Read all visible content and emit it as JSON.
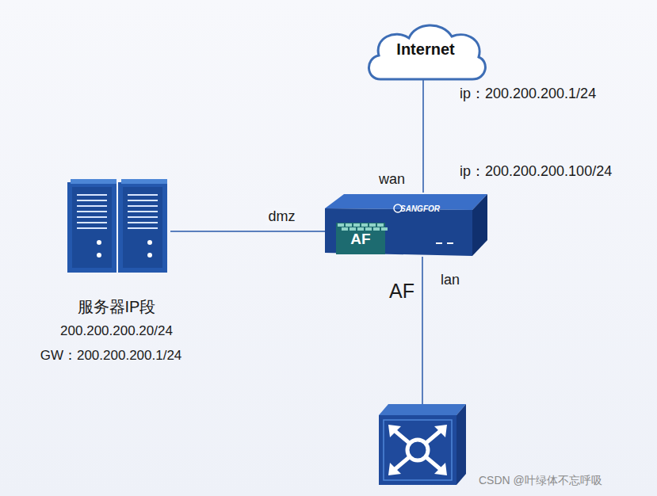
{
  "diagram": {
    "nodes": [
      {
        "text": [
          "Internet"
        ]
      },
      {
        "text": [
          "SANGFOR",
          "AF",
          "AF"
        ]
      },
      {
        "text": [
          "服务器IP段",
          "200.200.200.20/24",
          "GW：200.200.200.1/24"
        ]
      }
    ],
    "edges": [
      {
        "from": 0,
        "to": 1,
        "arrow": "none"
      },
      {
        "from": 2,
        "to": 1,
        "label": "dmz",
        "arrow": "none"
      }
    ],
    "labels": [
      "ip：200.200.200.1/24",
      "ip：200.200.200.100/24",
      "wan",
      "lan",
      "CSDN @叶绿体不忘呼吸"
    ]
  }
}
